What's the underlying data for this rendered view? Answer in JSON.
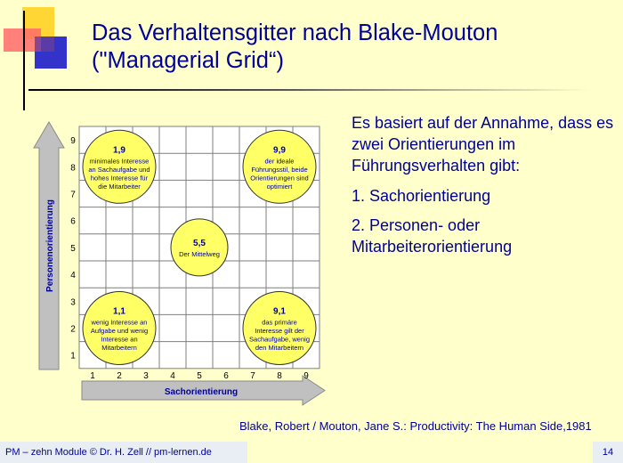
{
  "title": {
    "line1": "Das Verhaltensgitter nach Blake-Mouton",
    "line2": "(\"Managerial Grid“)"
  },
  "diagram": {
    "y_axis_label": "Personenorientierung",
    "x_axis_label": "Sachorientierung",
    "x_ticks": [
      "1",
      "2",
      "3",
      "4",
      "5",
      "6",
      "7",
      "8",
      "9"
    ],
    "y_ticks": [
      "1",
      "2",
      "3",
      "4",
      "5",
      "6",
      "7",
      "8",
      "9"
    ],
    "styles": [
      {
        "id": "1-9",
        "x": 2,
        "y": 8,
        "code": "1,9",
        "lines": [
          "minimales Interesse",
          "an Sachaufgabe und",
          "hohes Interesse für",
          "die Mitarbeiter"
        ]
      },
      {
        "id": "9-9",
        "x": 8,
        "y": 8,
        "code": "9,9",
        "lines": [
          "der ideale",
          "Führungsstil, beide",
          "Orientierungen sind",
          "optimiert"
        ]
      },
      {
        "id": "5-5",
        "x": 5,
        "y": 5,
        "code": "5,5",
        "lines": [
          "Der Mittelweg"
        ]
      },
      {
        "id": "1-1",
        "x": 2,
        "y": 2,
        "code": "1,1",
        "lines": [
          "wenig Interesse an",
          "Aufgabe und wenig",
          "Interesse an",
          "Mitarbeitern"
        ]
      },
      {
        "id": "9-1",
        "x": 8,
        "y": 2,
        "code": "9,1",
        "lines": [
          "das primäre",
          "Interesse gilt der",
          "Sachaufgabe, wenig",
          "den Mitarbeitern"
        ]
      }
    ],
    "colors": {
      "circle_fill": "#FFFF66",
      "grid_line": "#7F7F7F",
      "arrow_fill": "#C0C0C0",
      "background": "#FFFFCC"
    }
  },
  "right_text": {
    "intro": "Es basiert auf der Annahme, dass es zwei Orientierungen im Führungsverhalten gibt:",
    "item1": "1. Sachorientierung",
    "item2": "2. Personen- oder Mitarbeiterorientierung"
  },
  "citation": "Blake, Robert / Mouton, Jane S.: Productivity: The Human Side,1981",
  "footer": {
    "left": "PM – zehn Module © Dr. H. Zell // pm-lernen.de",
    "page_number": "14"
  }
}
